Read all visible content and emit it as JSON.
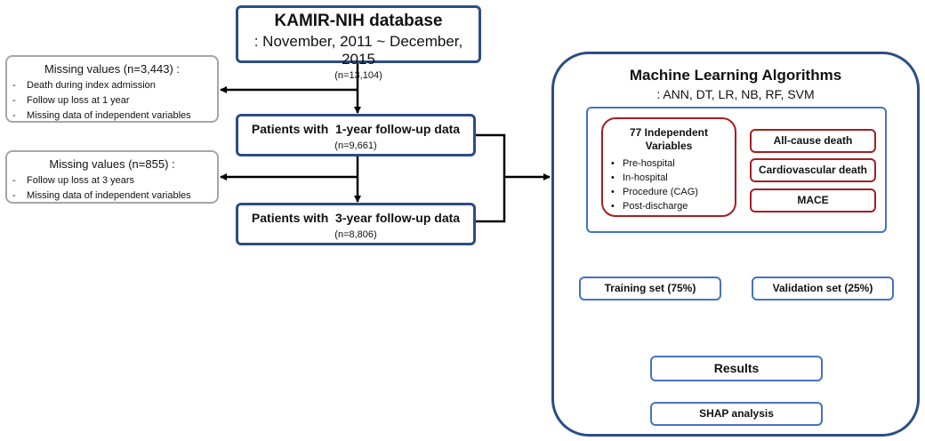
{
  "kamir": {
    "title": "KAMIR-NIH database",
    "period": ": November, 2011 ~ December, 2015",
    "count": "(n=13,104)"
  },
  "missing1": {
    "title": "Missing values (n=3,443) :",
    "items": [
      "Death during index admission",
      "Follow up loss at 1 year",
      "Missing data of independent variables"
    ]
  },
  "patients1": {
    "title": "Patients with  1-year follow-up data",
    "count": "(n=9,661)"
  },
  "missing2": {
    "title": "Missing values (n=855) :",
    "items": [
      "Follow up loss at 3 years",
      "Missing data of independent variables"
    ]
  },
  "patients3": {
    "title": "Patients with  3-year follow-up data",
    "count": "(n=8,806)"
  },
  "ml": {
    "title": "Machine Learning Algorithms",
    "subtitle": ": ANN, DT, LR, NB, RF, SVM",
    "variables": {
      "title": "77 Independent Variables",
      "items": [
        "Pre-hospital",
        "In-hospital",
        "Procedure (CAG)",
        "Post-discharge"
      ]
    },
    "outcomes": [
      "All-cause death",
      "Cardiovascular death",
      "MACE"
    ],
    "training": "Training set (75%)",
    "validation": "Validation set (25%)",
    "results": "Results",
    "shap": "SHAP analysis"
  },
  "colors": {
    "navy": "#2c4d86",
    "blue": "#4472c4",
    "red": "#a31f24",
    "gray": "#a6a6a6"
  }
}
